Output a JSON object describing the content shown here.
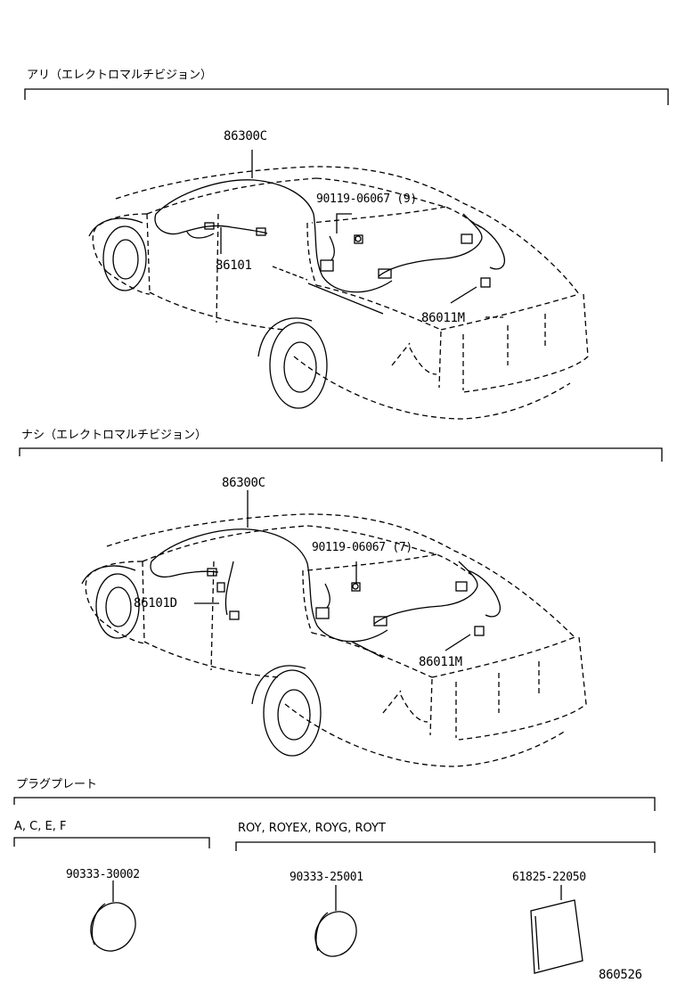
{
  "sections": [
    {
      "heading": "アリ（エレクトロマルチビジョン）",
      "labels": {
        "harness_main": "86300C",
        "harness_front": "86101",
        "clip": "90119-06067 (9)",
        "harness_rear": "86011M"
      }
    },
    {
      "heading": "ナシ（エレクトロマルチビジョン）",
      "labels": {
        "harness_main": "86300C",
        "harness_front": "86101D",
        "clip": "90119-06067 (7)",
        "harness_rear": "86011M"
      }
    }
  ],
  "plug_plate": {
    "heading": "プラグプレート",
    "group_a": {
      "models": "A, C, E, F",
      "part": "90333-30002"
    },
    "group_b": {
      "models": "ROY, ROYEX, ROYG, ROYT",
      "parts": [
        "90333-25001",
        "61825-22050"
      ]
    }
  },
  "diagram_number": "860526"
}
